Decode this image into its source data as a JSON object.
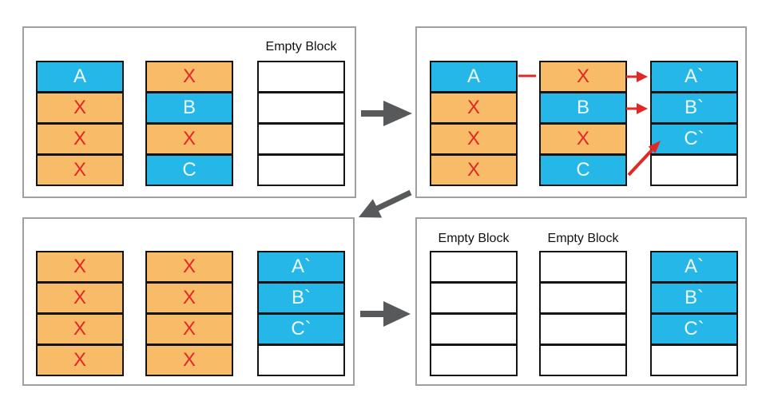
{
  "colors": {
    "valid_block": "#25b7e8",
    "invalid_block": "#f8bb67",
    "empty_block": "#ffffff",
    "invalid_mark": "#e32726",
    "red_arrow": "#e32726",
    "flow_arrow": "#58595b",
    "panel_border": "#9d9fa2",
    "cell_border": "#141414"
  },
  "panels": [
    {
      "name": "initial-state",
      "columns": [
        {
          "cells": [
            "A",
            "X",
            "X",
            "X"
          ]
        },
        {
          "cells": [
            "X",
            "B",
            "X",
            "C"
          ]
        },
        {
          "header": "Empty Block",
          "cells": [
            "",
            "",
            "",
            ""
          ]
        }
      ]
    },
    {
      "name": "copy-valid-pages",
      "columns": [
        {
          "cells": [
            "A",
            "X",
            "X",
            "X"
          ]
        },
        {
          "cells": [
            "X",
            "B",
            "X",
            "C"
          ]
        },
        {
          "cells": [
            "A`",
            "B`",
            "C`",
            ""
          ]
        }
      ]
    },
    {
      "name": "after-copy",
      "columns": [
        {
          "cells": [
            "X",
            "X",
            "X",
            "X"
          ]
        },
        {
          "cells": [
            "X",
            "X",
            "X",
            "X"
          ]
        },
        {
          "cells": [
            "A`",
            "B`",
            "C`",
            ""
          ]
        }
      ]
    },
    {
      "name": "after-erase",
      "columns": [
        {
          "header": "Empty Block",
          "cells": [
            "",
            "",
            "",
            ""
          ]
        },
        {
          "header": "Empty Block",
          "cells": [
            "",
            "",
            "",
            ""
          ]
        },
        {
          "cells": [
            "A`",
            "B`",
            "C`",
            ""
          ]
        }
      ]
    }
  ]
}
